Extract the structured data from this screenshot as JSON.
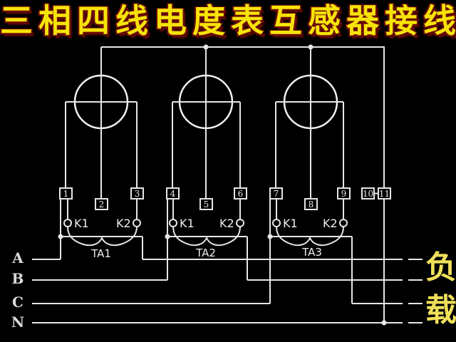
{
  "title": "三相四线电度表互感器接线",
  "load": {
    "char1": "负",
    "char2": "载"
  },
  "phases": {
    "a": "A",
    "b": "B",
    "c": "C",
    "n": "N"
  },
  "terminals": {
    "t1": "1",
    "t2": "2",
    "t3": "3",
    "t4": "4",
    "t5": "5",
    "t6": "6",
    "t7": "7",
    "t8": "8",
    "t9": "9",
    "t10": "10",
    "t11": "11"
  },
  "cts": {
    "ta1": {
      "name": "TA1",
      "k1": "K1",
      "k2": "K2"
    },
    "ta2": {
      "name": "TA2",
      "k1": "K1",
      "k2": "K2"
    },
    "ta3": {
      "name": "TA3",
      "k1": "K1",
      "k2": "K2"
    }
  },
  "colors": {
    "background": "#000000",
    "wire": "#e6e6e6",
    "title_yellow": "#f6e409",
    "title_outline_red": "#6e0d08",
    "load_yellow": "#efe05a",
    "label_gray": "#d8d8d8"
  }
}
